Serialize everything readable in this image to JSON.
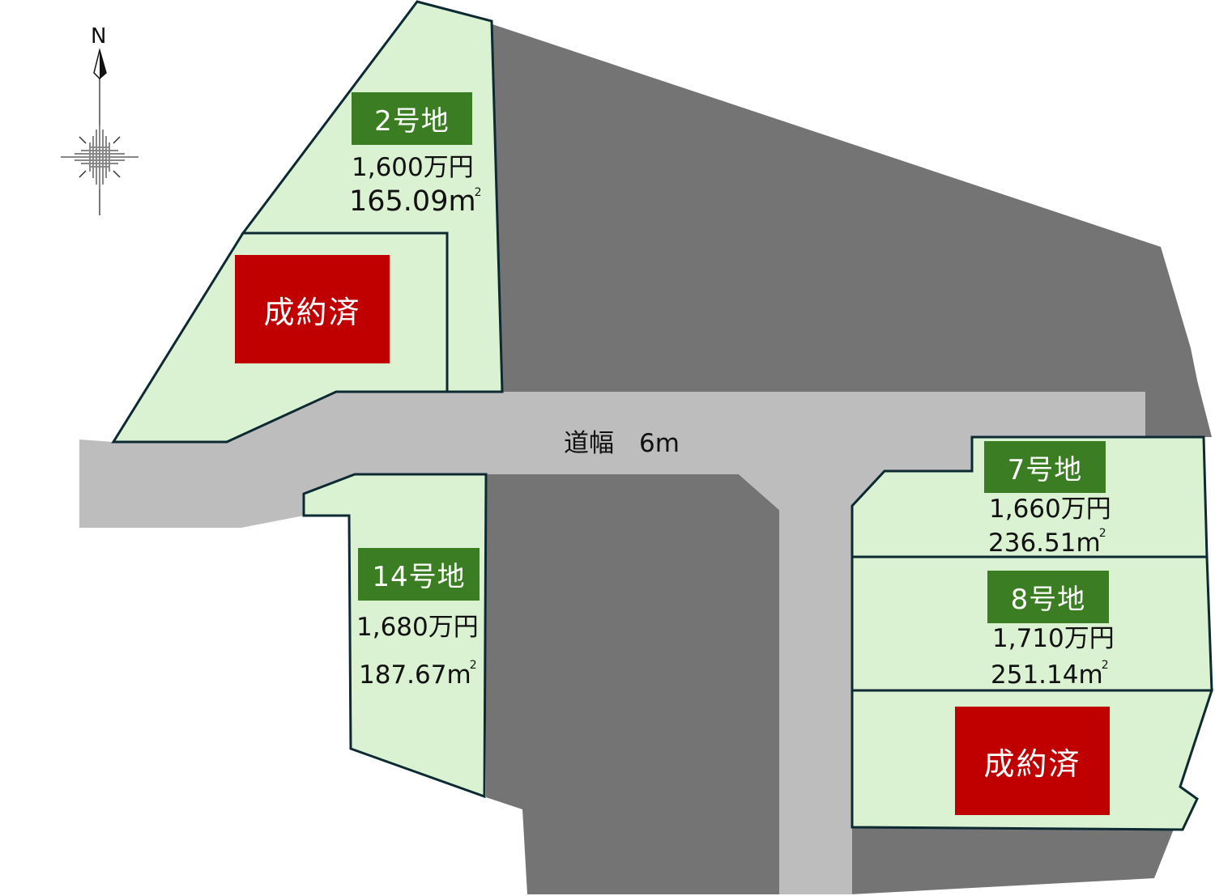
{
  "compass": {
    "label": "N"
  },
  "road": {
    "label": "道幅　6m"
  },
  "lots": [
    {
      "id": "lot-2",
      "name": "2号地",
      "price": "1,600万円",
      "area_value": "165.09",
      "area_unit": "m",
      "area_sup": "2",
      "status": "available"
    },
    {
      "id": "lot-2-sold",
      "name": "",
      "status": "sold",
      "status_label": "成約済"
    },
    {
      "id": "lot-14",
      "name": "14号地",
      "price": "1,680万円",
      "area_value": "187.67",
      "area_unit": "m",
      "area_sup": "2",
      "status": "available"
    },
    {
      "id": "lot-7",
      "name": "7号地",
      "price": "1,660万円",
      "area_value": "236.51",
      "area_unit": "m",
      "area_sup": "2",
      "status": "available"
    },
    {
      "id": "lot-8",
      "name": "8号地",
      "price": "1,710万円",
      "area_value": "251.14",
      "area_unit": "m",
      "area_sup": "2",
      "status": "available"
    },
    {
      "id": "lot-sold-se",
      "name": "",
      "status": "sold",
      "status_label": "成約済"
    }
  ],
  "colors": {
    "lot_fill": "#daf2d2",
    "lot_border": "#0d2a33",
    "lot_tag": "#3a7d22",
    "sold_tag": "#c00000",
    "road": "#bdbdbd",
    "other_land": "#747474"
  }
}
